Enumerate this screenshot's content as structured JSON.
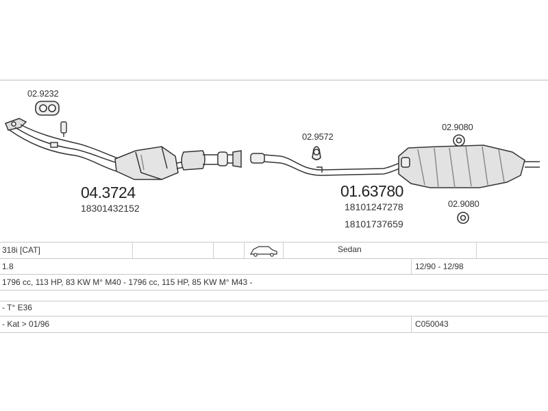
{
  "parts": {
    "gasket_front": "02.9232",
    "connector": "02.9572",
    "hanger_top": "02.9080",
    "hanger_bottom": "02.9080",
    "front_assembly": {
      "code": "04.3724",
      "oem": "18301432152"
    },
    "rear_assembly": {
      "code": "01.63780",
      "oem": [
        "18101247278",
        "18101737659"
      ]
    }
  },
  "table": {
    "rows": [
      {
        "model": "318i  [CAT]",
        "body_icon": "car-sedan-icon",
        "body": "Sedan",
        "extra": ""
      },
      {
        "engine": "1.8",
        "years": "12/90 - 12/98"
      },
      {
        "specs": "1796 cc, 113 HP, 83 KW M° M40 - 1796 cc, 115 HP, 85 KW M° M43 -"
      },
      {
        "type": "- T° E36"
      },
      {
        "note": "- Kat > 01/96",
        "code": "C050043"
      }
    ]
  }
}
